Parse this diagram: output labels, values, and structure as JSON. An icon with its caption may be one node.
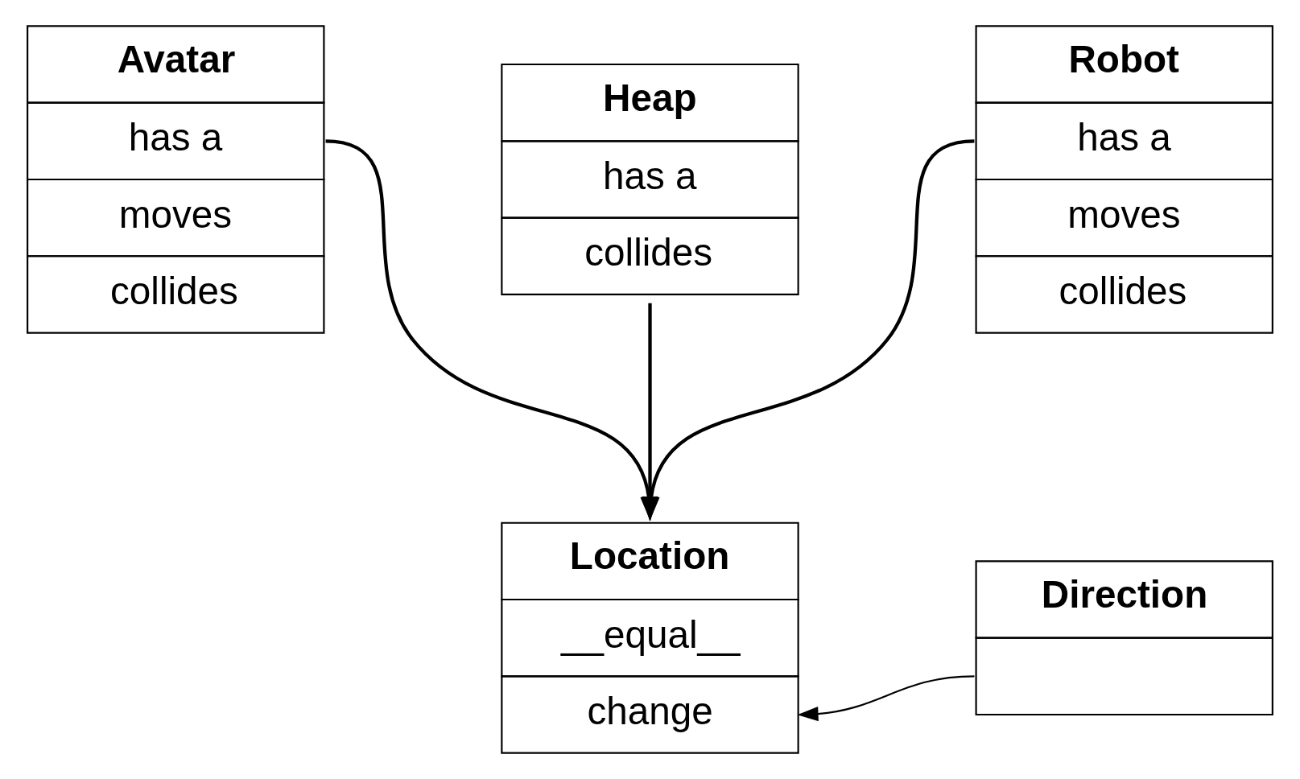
{
  "diagram": {
    "nodes": [
      {
        "text": [
          "Avatar",
          "has a",
          "moves",
          "collides"
        ]
      },
      {
        "text": [
          "Heap",
          "has a",
          "collides"
        ]
      },
      {
        "text": [
          "Robot",
          "has a",
          "moves",
          "collides"
        ]
      },
      {
        "text": [
          "Location",
          "__equal__",
          "change"
        ]
      },
      {
        "text": [
          "Direction"
        ]
      }
    ],
    "edges": [
      {
        "from": 0,
        "to": 3,
        "arrow": "to"
      },
      {
        "from": 1,
        "to": 3,
        "arrow": "to"
      },
      {
        "from": 2,
        "to": 3,
        "arrow": "to"
      },
      {
        "from": 4,
        "to": 3,
        "arrow": "to"
      }
    ]
  }
}
